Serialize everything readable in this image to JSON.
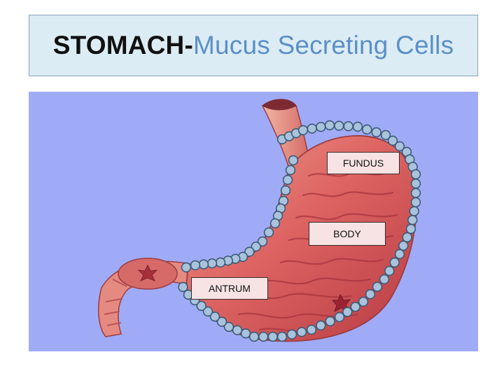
{
  "title": {
    "part1": "STOMACH-",
    "part2": "Mucus Secreting Cells"
  },
  "labels": {
    "fundus": "FUNDUS",
    "body": "BODY",
    "antrum": "ANTRUM"
  },
  "colors": {
    "background": "#a0abf8",
    "title_bg": "#dcecf4",
    "title_accent": "#5b8fc7",
    "stomach": "#d9575a",
    "cell_fill": "#a9c3dc",
    "cell_stroke": "#3c5a78",
    "label_bg": "#f7e3e4"
  }
}
